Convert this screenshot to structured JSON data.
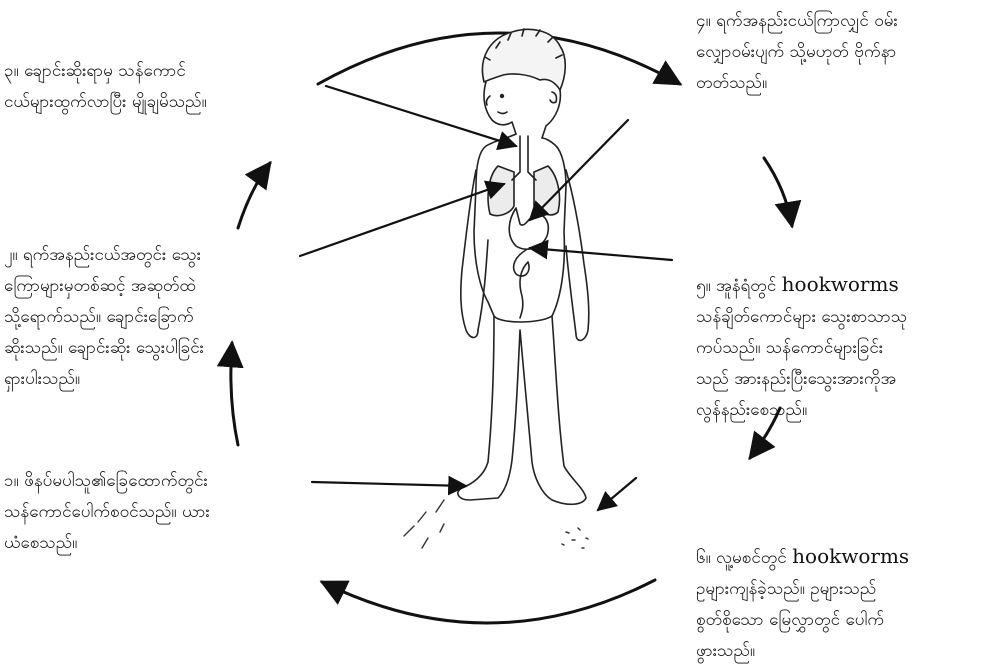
{
  "colors": {
    "ink": "#111111",
    "background": "#ffffff"
  },
  "stages": [
    {
      "id": "1",
      "text": "၁။ ဖိနပ်မပါသူ၏ခြေထောက်တွင်း\nသန်ကောင်ပေါက်စဝင်သည်။ ယား\nယံစေသည်။"
    },
    {
      "id": "2",
      "text": "၂။ ရက်အနည်းငယ်အတွင်း သွေး\nကြောများမှတစ်ဆင့် အဆုတ်ထဲ\nသို့ရောက်သည်။ ချောင်းခြောက်\nဆိုးသည်။ ချောင်းဆိုး သွေးပါခြင်း\nရှားပါးသည်။"
    },
    {
      "id": "3",
      "text": "၃။ ချောင်းဆိုးရာမှ သန်ကောင်\nငယ်များထွက်လာပြီး မျိုချမိသည်။"
    },
    {
      "id": "4",
      "text": "၄။ ရက်အနည်းငယ်ကြာလျှင် ဝမ်း\nလျှောဝမ်းပျက် သို့မဟုတ် ဗိုက်နာ\nတတ်သည်။"
    },
    {
      "id": "5",
      "pre": "၅။ အူနံရံတွင် ",
      "en": "hookworms",
      "post": "\nသန်ချိတ်ကောင်များ သွေးစာသာသု\nကပ်သည်။ သန်ကောင်များခြင်း\nသည် အားနည်းပြီးသွေးအားကိုအ\nလွန်နည်းစေသည်။"
    },
    {
      "id": "6",
      "pre": "၆။ လူ့မစင်တွင် ",
      "en": "hookworms",
      "post": "\nဥများကျန်ခဲ့သည်။ ဥများသည်\nစွတ်စိုသော မြေလွှာတွင် ပေါက်\nဖွားသည်။"
    }
  ]
}
